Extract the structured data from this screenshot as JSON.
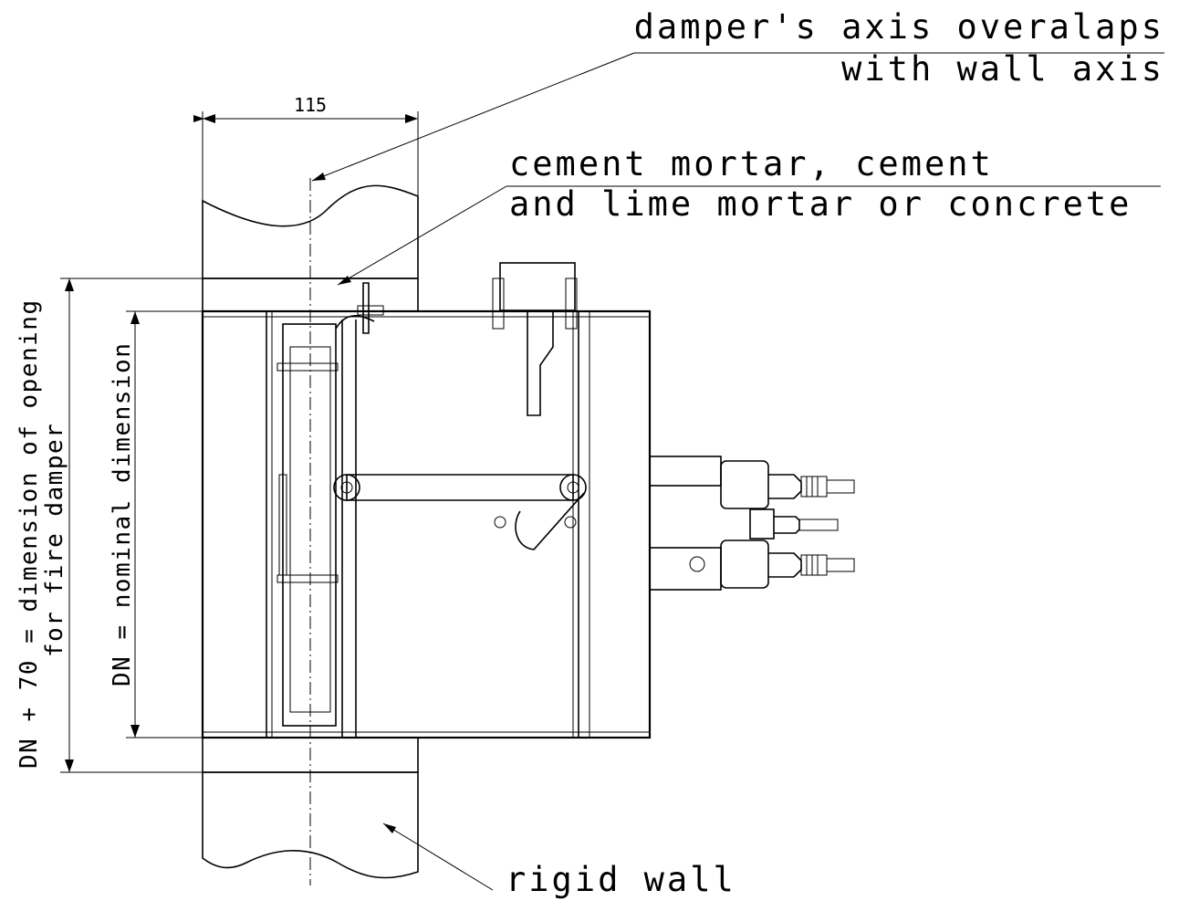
{
  "labels": {
    "axis_line1": "damper's axis overalaps",
    "axis_line2": "with wall axis",
    "mortar_line1": "cement mortar, cement",
    "mortar_line2": "and lime mortar or concrete",
    "rigid_wall": "rigid wall",
    "dim_115": "115",
    "opening_line1": "DN + 70 = dimension of opening",
    "opening_line2": "for fire damper",
    "nominal": "DN = nominal dimension"
  },
  "colors": {
    "line": "#000000",
    "background": "#ffffff"
  }
}
